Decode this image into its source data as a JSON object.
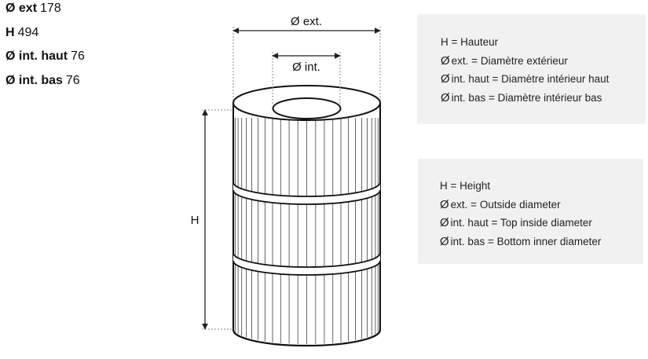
{
  "specs": [
    {
      "label": "Ø ext",
      "value": "178"
    },
    {
      "label": "H",
      "value": "494"
    },
    {
      "label": "Ø int. haut",
      "value": "76"
    },
    {
      "label": "Ø int. bas",
      "value": "76"
    }
  ],
  "diagram": {
    "ext_label": "Ø ext.",
    "int_label": "Ø int.",
    "h_label": "H"
  },
  "legend_fr": {
    "line1": "H = Hauteur",
    "symbol": "Ø",
    "line2": "ext. = Diamètre extérieur",
    "line3": "int. haut = Diamètre intérieur haut",
    "line4": "int. bas = Diamètre intérieur bas"
  },
  "legend_en": {
    "line1": "H = Height",
    "symbol": "Ø",
    "line2": "ext. = Outside diameter",
    "line3": "int. haut = Top inside diameter",
    "line4": "int. bas = Bottom inner diameter"
  }
}
